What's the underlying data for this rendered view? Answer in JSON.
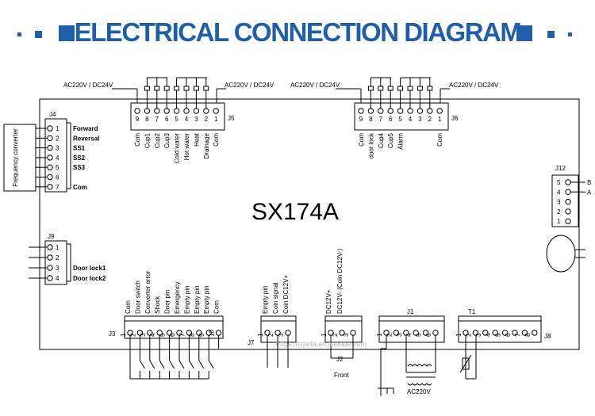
{
  "title": "ELECTRICAL CONNECTION DIAGRAM",
  "board_label": "SX174A",
  "colors": {
    "title_blue": "#1f5faa"
  },
  "freq_converter": "Frequency converter",
  "j4": {
    "name": "J4",
    "pins": [
      "1",
      "2",
      "3",
      "4",
      "5",
      "6",
      "7"
    ],
    "labels": [
      "Forward",
      "Reversal",
      "SS1",
      "SS2",
      "SS3",
      "",
      "Com"
    ]
  },
  "j9": {
    "name": "J9",
    "pins": [
      "1",
      "2",
      "3",
      "4"
    ],
    "labels": [
      "",
      "",
      "Door lock1",
      "Door lock2"
    ]
  },
  "j5": {
    "name": "J5",
    "pins": [
      "9",
      "8",
      "7",
      "6",
      "5",
      "4",
      "3",
      "2",
      "1"
    ],
    "labels": [
      "Com",
      "Cup1",
      "Cup2",
      "Cup3",
      "Cold water",
      "Hot water",
      "Heat",
      "Drainage",
      "Com"
    ],
    "supply_left": "AC220V / DC24V",
    "supply_right": "AC220V / DC24V"
  },
  "j6": {
    "name": "J6",
    "pins": [
      "9",
      "8",
      "7",
      "6",
      "5",
      "4",
      "3",
      "2",
      "1"
    ],
    "labels": [
      "Com",
      "door lock",
      "Cup4",
      "Cup5",
      "Alarm",
      "",
      "",
      "",
      "Com"
    ],
    "supply_left": "AC220V / DC24V",
    "supply_right": "AC220V / DC24V"
  },
  "j12": {
    "name": "J12",
    "pins": [
      "5",
      "4",
      "3",
      "2",
      "1"
    ],
    "side_labels": [
      "B",
      "A"
    ]
  },
  "j3": {
    "name": "J3",
    "pins": [
      "1",
      "2",
      "3",
      "4",
      "5",
      "6",
      "7",
      "8",
      "9",
      "10"
    ],
    "labels": [
      "Com",
      "Door switch",
      "Converter error",
      "Shock",
      "Door pin",
      "Emergency",
      "Empty pin",
      "Empty pin",
      "Empty pin",
      "Com"
    ]
  },
  "j7": {
    "name": "J7",
    "pins": [
      "1",
      "2",
      "3"
    ],
    "labels": [
      "Empty pin",
      "Coin signal",
      "Coin DC12V+"
    ]
  },
  "j2": {
    "name": "J2",
    "pins": [
      "1",
      "2",
      "3"
    ],
    "labels": [
      "DC12V+",
      "DC12V- (Coin DC12V-)"
    ],
    "caption": "Front"
  },
  "j1": {
    "name": "J1",
    "pins": [
      "1",
      "2",
      "3",
      "4",
      "5",
      "6"
    ],
    "caption": "AC220V"
  },
  "t1": {
    "name": "T1",
    "pins": [
      "1",
      "2",
      "3",
      "4",
      "5",
      "6",
      "7",
      "8"
    ],
    "extra": "J8"
  },
  "watermark": "https://tzjiefa.en.alibaba.com"
}
